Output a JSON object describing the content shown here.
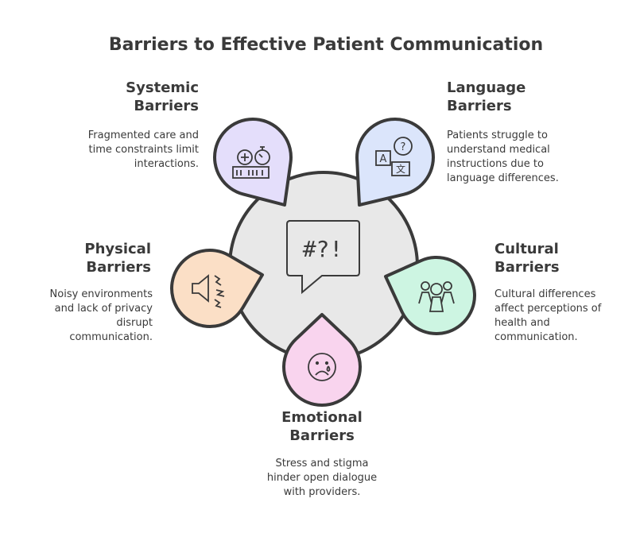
{
  "title": "Barriers to Effective Patient Communication",
  "center": {
    "icon": "speech-bubble-frustration-icon",
    "symbol": "#?!",
    "color": "#e8e8e8"
  },
  "barriers": [
    {
      "id": "systemic",
      "title": [
        "Systemic",
        "Barriers"
      ],
      "desc": [
        "Fragmented care and",
        "time constraints limit",
        "interactions."
      ],
      "icon": "hospital-stopwatch-icon",
      "color": "#e4defb"
    },
    {
      "id": "language",
      "title": [
        "Language",
        "Barriers"
      ],
      "desc": [
        "Patients struggle to",
        "understand medical",
        "instructions due to",
        "language differences."
      ],
      "icon": "translation-bubbles-icon",
      "color": "#dbe5fb"
    },
    {
      "id": "physical",
      "title": [
        "Physical",
        "Barriers"
      ],
      "desc": [
        "Noisy environments",
        "and lack of privacy",
        "disrupt",
        "communication."
      ],
      "icon": "noisy-speaker-icon",
      "color": "#fbdfc6"
    },
    {
      "id": "cultural",
      "title": [
        "Cultural",
        "Barriers"
      ],
      "desc": [
        "Cultural differences",
        "affect perceptions of",
        "health and",
        "communication."
      ],
      "icon": "diverse-people-icon",
      "color": "#cdf5e2"
    },
    {
      "id": "emotional",
      "title": [
        "Emotional",
        "Barriers"
      ],
      "desc": [
        "Stress and stigma",
        "hinder open dialogue",
        "with providers."
      ],
      "icon": "crying-face-icon",
      "color": "#f9d4ee"
    }
  ]
}
